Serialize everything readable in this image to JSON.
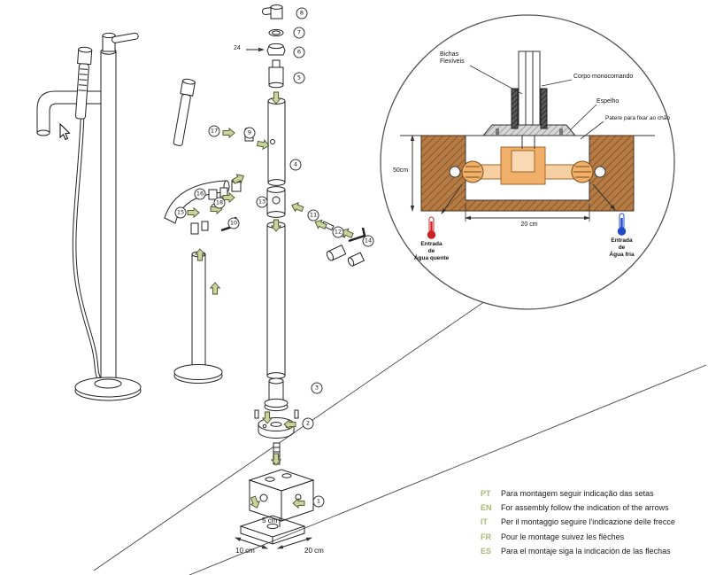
{
  "colors": {
    "arrow_olive": "#c9d39c",
    "floor_brown": "#b57b45",
    "fitting_orange": "#f1b06a",
    "lang_green": "#a5bb72",
    "hot_red": "#cc2222",
    "cold_blue": "#2349c7"
  },
  "detail": {
    "flexible_hoses": "Bichas\nFlexíveis",
    "monocommand_body": "Corpo monocomando",
    "mirror_plate": "Espelho",
    "floor_fixing": "Patere para fixar ao chão",
    "depth_dim": "50cm",
    "width_dim": "20 cm",
    "hot_inlet": "Entrada\nde\nÁgua quente",
    "cold_inlet": "Entrada\nde\nÁgua fria"
  },
  "box_dims": {
    "d5": "5 cm",
    "d10": "10 cm",
    "d20": "20 cm"
  },
  "wrench_size": "24",
  "parts": [
    "1",
    "2",
    "3",
    "4",
    "5",
    "6",
    "7",
    "8",
    "9",
    "10",
    "11",
    "12",
    "13",
    "14",
    "15",
    "16",
    "17",
    "18"
  ],
  "instructions": [
    {
      "lang": "PT",
      "text": "Para montagem seguir indicação das setas"
    },
    {
      "lang": "EN",
      "text": "For assembly follow the indication of the arrows"
    },
    {
      "lang": "IT",
      "text": "Per il montaggio seguire l'indicazione delle frecce"
    },
    {
      "lang": "FR",
      "text": "Pour le montage suivez les flèches"
    },
    {
      "lang": "ES",
      "text": "Para el montaje siga la indicación de las flechas"
    }
  ]
}
